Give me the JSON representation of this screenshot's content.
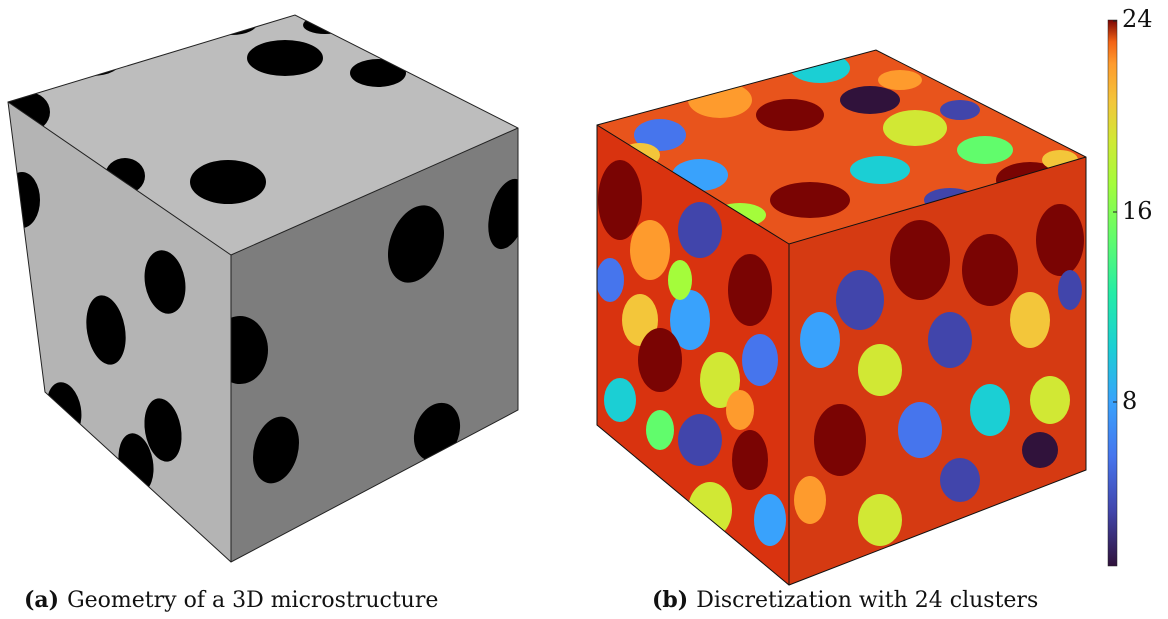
{
  "panel_a": {
    "label": "(a)",
    "caption": "Geometry of a 3D microstructure",
    "colors": {
      "top": "#bdbdbd",
      "left": "#b4b4b4",
      "right": "#7d7d7d",
      "inclusion": "#000000",
      "edge": "#222222"
    }
  },
  "panel_b": {
    "label": "(b)",
    "caption": "Discretization with 24 clusters",
    "colorbar": {
      "colormap": "turbo",
      "min": 1,
      "max": 24,
      "ticks": [
        "24",
        "16",
        "8"
      ],
      "tick_values": [
        24,
        16,
        8
      ]
    }
  }
}
